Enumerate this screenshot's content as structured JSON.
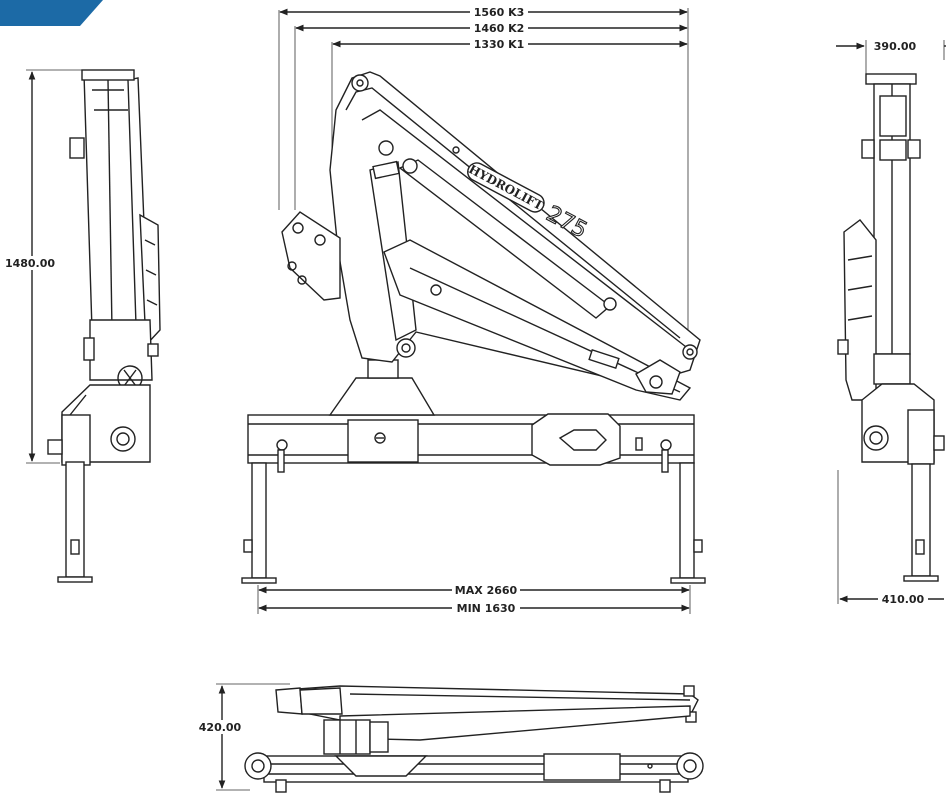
{
  "colors": {
    "accent": "#1c6aa6",
    "line": "#222222"
  },
  "drawing": {
    "brand": "HYDROLIFT",
    "model": "275",
    "dimensions": {
      "k3": "1560 K3",
      "k2": "1460 K2",
      "k1": "1330 K1",
      "height_side": "1480.00",
      "width_top_right": "390.00",
      "width_bottom_right": "410.00",
      "max_span": "MAX 2660",
      "min_span": "MIN 1630",
      "folded_height": "420.00"
    }
  }
}
